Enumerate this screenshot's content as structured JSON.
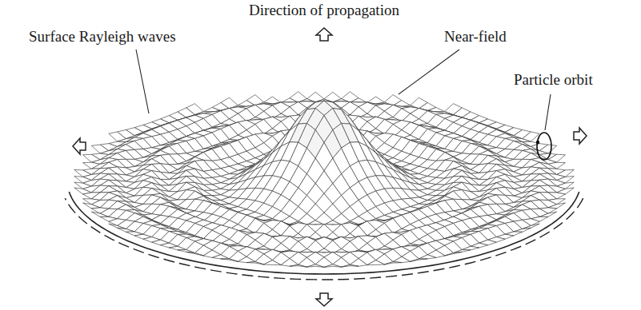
{
  "diagram": {
    "labels": [
      "Direction of propagation",
      "Surface Rayleigh waves",
      "Near-field",
      "Particle orbit"
    ]
  }
}
